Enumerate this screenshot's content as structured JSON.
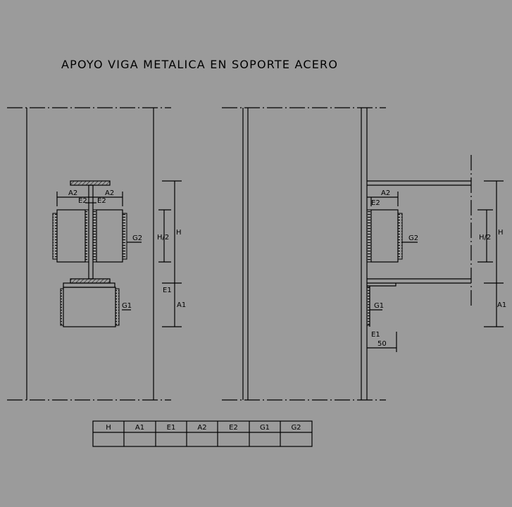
{
  "title": "APOYO VIGA METALICA EN SOPORTE ACERO",
  "labels": {
    "A2": "A2",
    "E2": "E2",
    "G2": "G2",
    "G1": "G1",
    "H": "H",
    "H2": "H/2",
    "E1": "E1",
    "A1": "A1",
    "d50": "50"
  },
  "table": {
    "headers": [
      "H",
      "A1",
      "E1",
      "A2",
      "E2",
      "G1",
      "G2"
    ],
    "values": [
      "",
      "",
      "",
      "",
      "",
      "",
      ""
    ]
  },
  "colors": {
    "background": "#9b9b9b",
    "lines": "#000000"
  }
}
